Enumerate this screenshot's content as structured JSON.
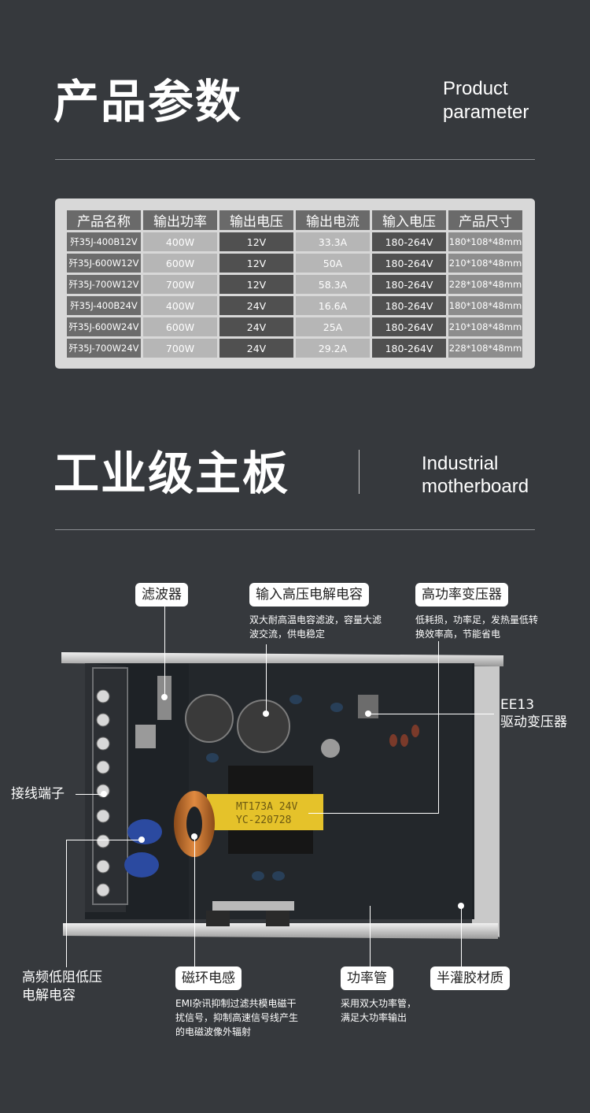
{
  "section1": {
    "title_cn": "产品参数",
    "title_en_line1": "Product",
    "title_en_line2": "parameter"
  },
  "table": {
    "headers": [
      "产品名称",
      "输出功率",
      "输出电压",
      "输出电流",
      "输入电压",
      "产品尺寸"
    ],
    "rows": [
      [
        "歼35J-400B12V",
        "400W",
        "12V",
        "33.3A",
        "180-264V",
        "180*108*48mm"
      ],
      [
        "歼35J-600W12V",
        "600W",
        "12V",
        "50A",
        "180-264V",
        "210*108*48mm"
      ],
      [
        "歼35J-700W12V",
        "700W",
        "12V",
        "58.3A",
        "180-264V",
        "228*108*48mm"
      ],
      [
        "歼35J-400B24V",
        "400W",
        "24V",
        "16.6A",
        "180-264V",
        "180*108*48mm"
      ],
      [
        "歼35J-600W24V",
        "600W",
        "24V",
        "25A",
        "180-264V",
        "210*108*48mm"
      ],
      [
        "歼35J-700W24V",
        "700W",
        "24V",
        "29.2A",
        "180-264V",
        "228*108*48mm"
      ]
    ]
  },
  "section2": {
    "title_cn": "工业级主板",
    "title_en_line1": "Industrial",
    "title_en_line2": "motherboard"
  },
  "board": {
    "transformer_text_1": "MT173A 24V",
    "transformer_text_2": "YC-220728"
  },
  "callouts": {
    "filter": "滤波器",
    "capacitor": "输入高压电解电容",
    "capacitor_note": "双大耐高温电容滤波，容量大滤波交流，供电稳定",
    "transformer": "高功率变压器",
    "transformer_note": "低耗损，功率足，发热量低转换效率高，节能省电",
    "ee13_line1": "EE13",
    "ee13_line2": "驱动变压器",
    "terminal": "接线端子",
    "lowres_line1": "高频低阻低压",
    "lowres_line2": "电解电容",
    "inductor": "磁环电感",
    "inductor_note": "EMI杂讯抑制过滤共模电磁干扰信号，抑制高速信号线产生的电磁波像外辐射",
    "power_tube": "功率管",
    "power_tube_note": "采用双大功率管，满足大功率输出",
    "potting": "半灌胶材质"
  }
}
